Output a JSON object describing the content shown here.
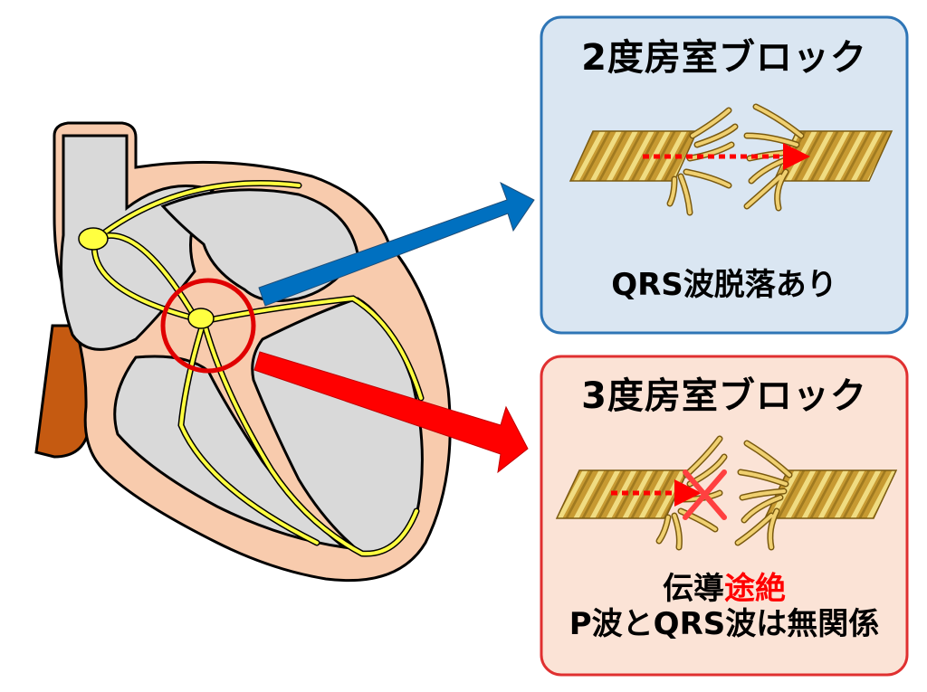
{
  "colors": {
    "arrow_to_2nd": "#0070c0",
    "arrow_to_3rd": "#ff0000",
    "box_2nd_fill": "#dae6f2",
    "box_2nd_border": "#2e75b6",
    "box_3rd_fill": "#fbe3d6",
    "box_3rd_border": "#e03030",
    "conduction_path": "#ffff40",
    "highlight_accent": "#ff0000"
  },
  "second_degree": {
    "title": "2度房室ブロック",
    "caption": "QRS波脱落あり"
  },
  "third_degree": {
    "title": "3度房室ブロック",
    "caption_line1": "伝導",
    "caption_line1_accent": "途絶",
    "caption_line2": "P波とQRS波は無関係"
  }
}
